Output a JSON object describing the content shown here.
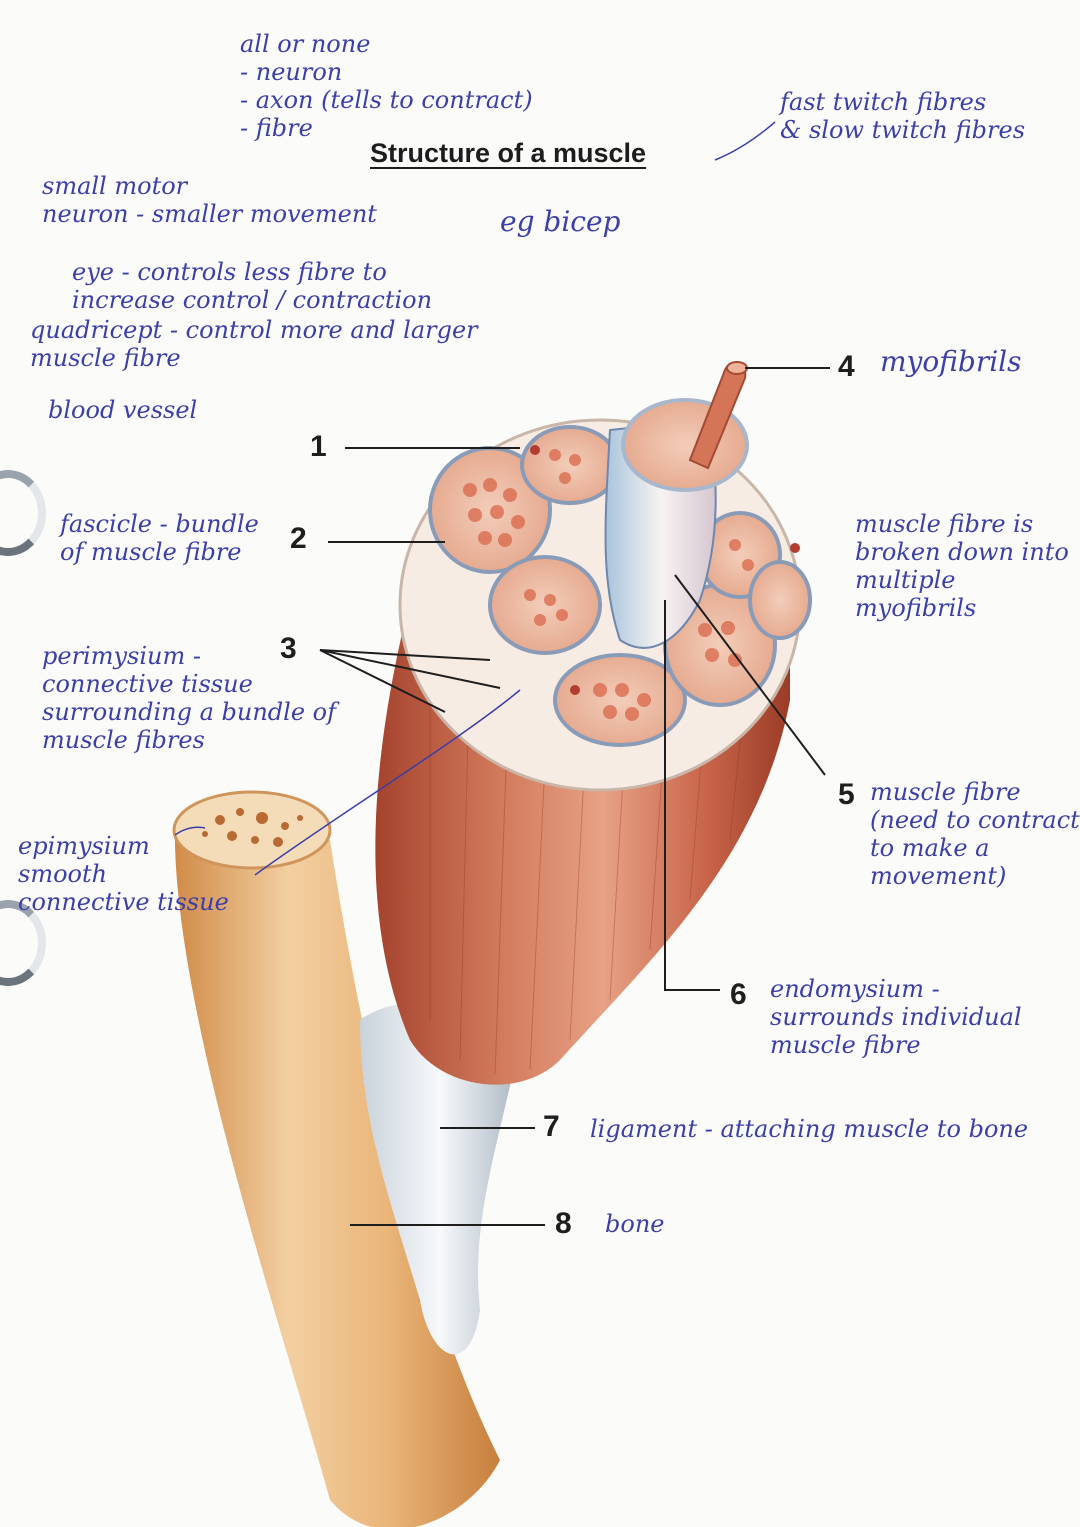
{
  "title": "Structure of a muscle",
  "notes": {
    "all_or_none": "all or none\n- neuron\n- axon (tells to contract)\n- fibre",
    "twitch": "fast twitch fibres\n& slow twitch fibres",
    "small_motor": "small motor\nneuron - smaller movement",
    "eg_bicep": "eg bicep",
    "eye": "eye - controls less fibre to\nincrease control / contraction",
    "quadricept": "quadricept - control more and larger\nmuscle fibre",
    "blood_vessel": "blood vessel",
    "fascicle": "fascicle - bundle\nof muscle fibre",
    "perimysium": "perimysium -\nconnective tissue\nsurrounding a bundle of\nmuscle fibres",
    "epimysium": "epimysium\nsmooth\nconnective tissue",
    "muscle_fibre_broken": "muscle fibre is\nbroken down into\nmultiple myofibrils"
  },
  "labels": {
    "n1": "1",
    "n2": "2",
    "n3": "3",
    "n4": "4",
    "l4": "myofibrils",
    "n5": "5",
    "l5": "muscle fibre\n(need to contract\nto make a\nmovement)",
    "n6": "6",
    "l6": "endomysium -\nsurrounds individual\nmuscle fibre",
    "n7": "7",
    "l7": "ligament - attaching muscle to bone",
    "n8": "8",
    "l8": "bone"
  },
  "colors": {
    "ink": "#3b3fa8",
    "muscle": "#c8644a",
    "bone": "#e3aa6e",
    "fibre_core": "#d9674a",
    "tendon": "#e6ecf1"
  }
}
